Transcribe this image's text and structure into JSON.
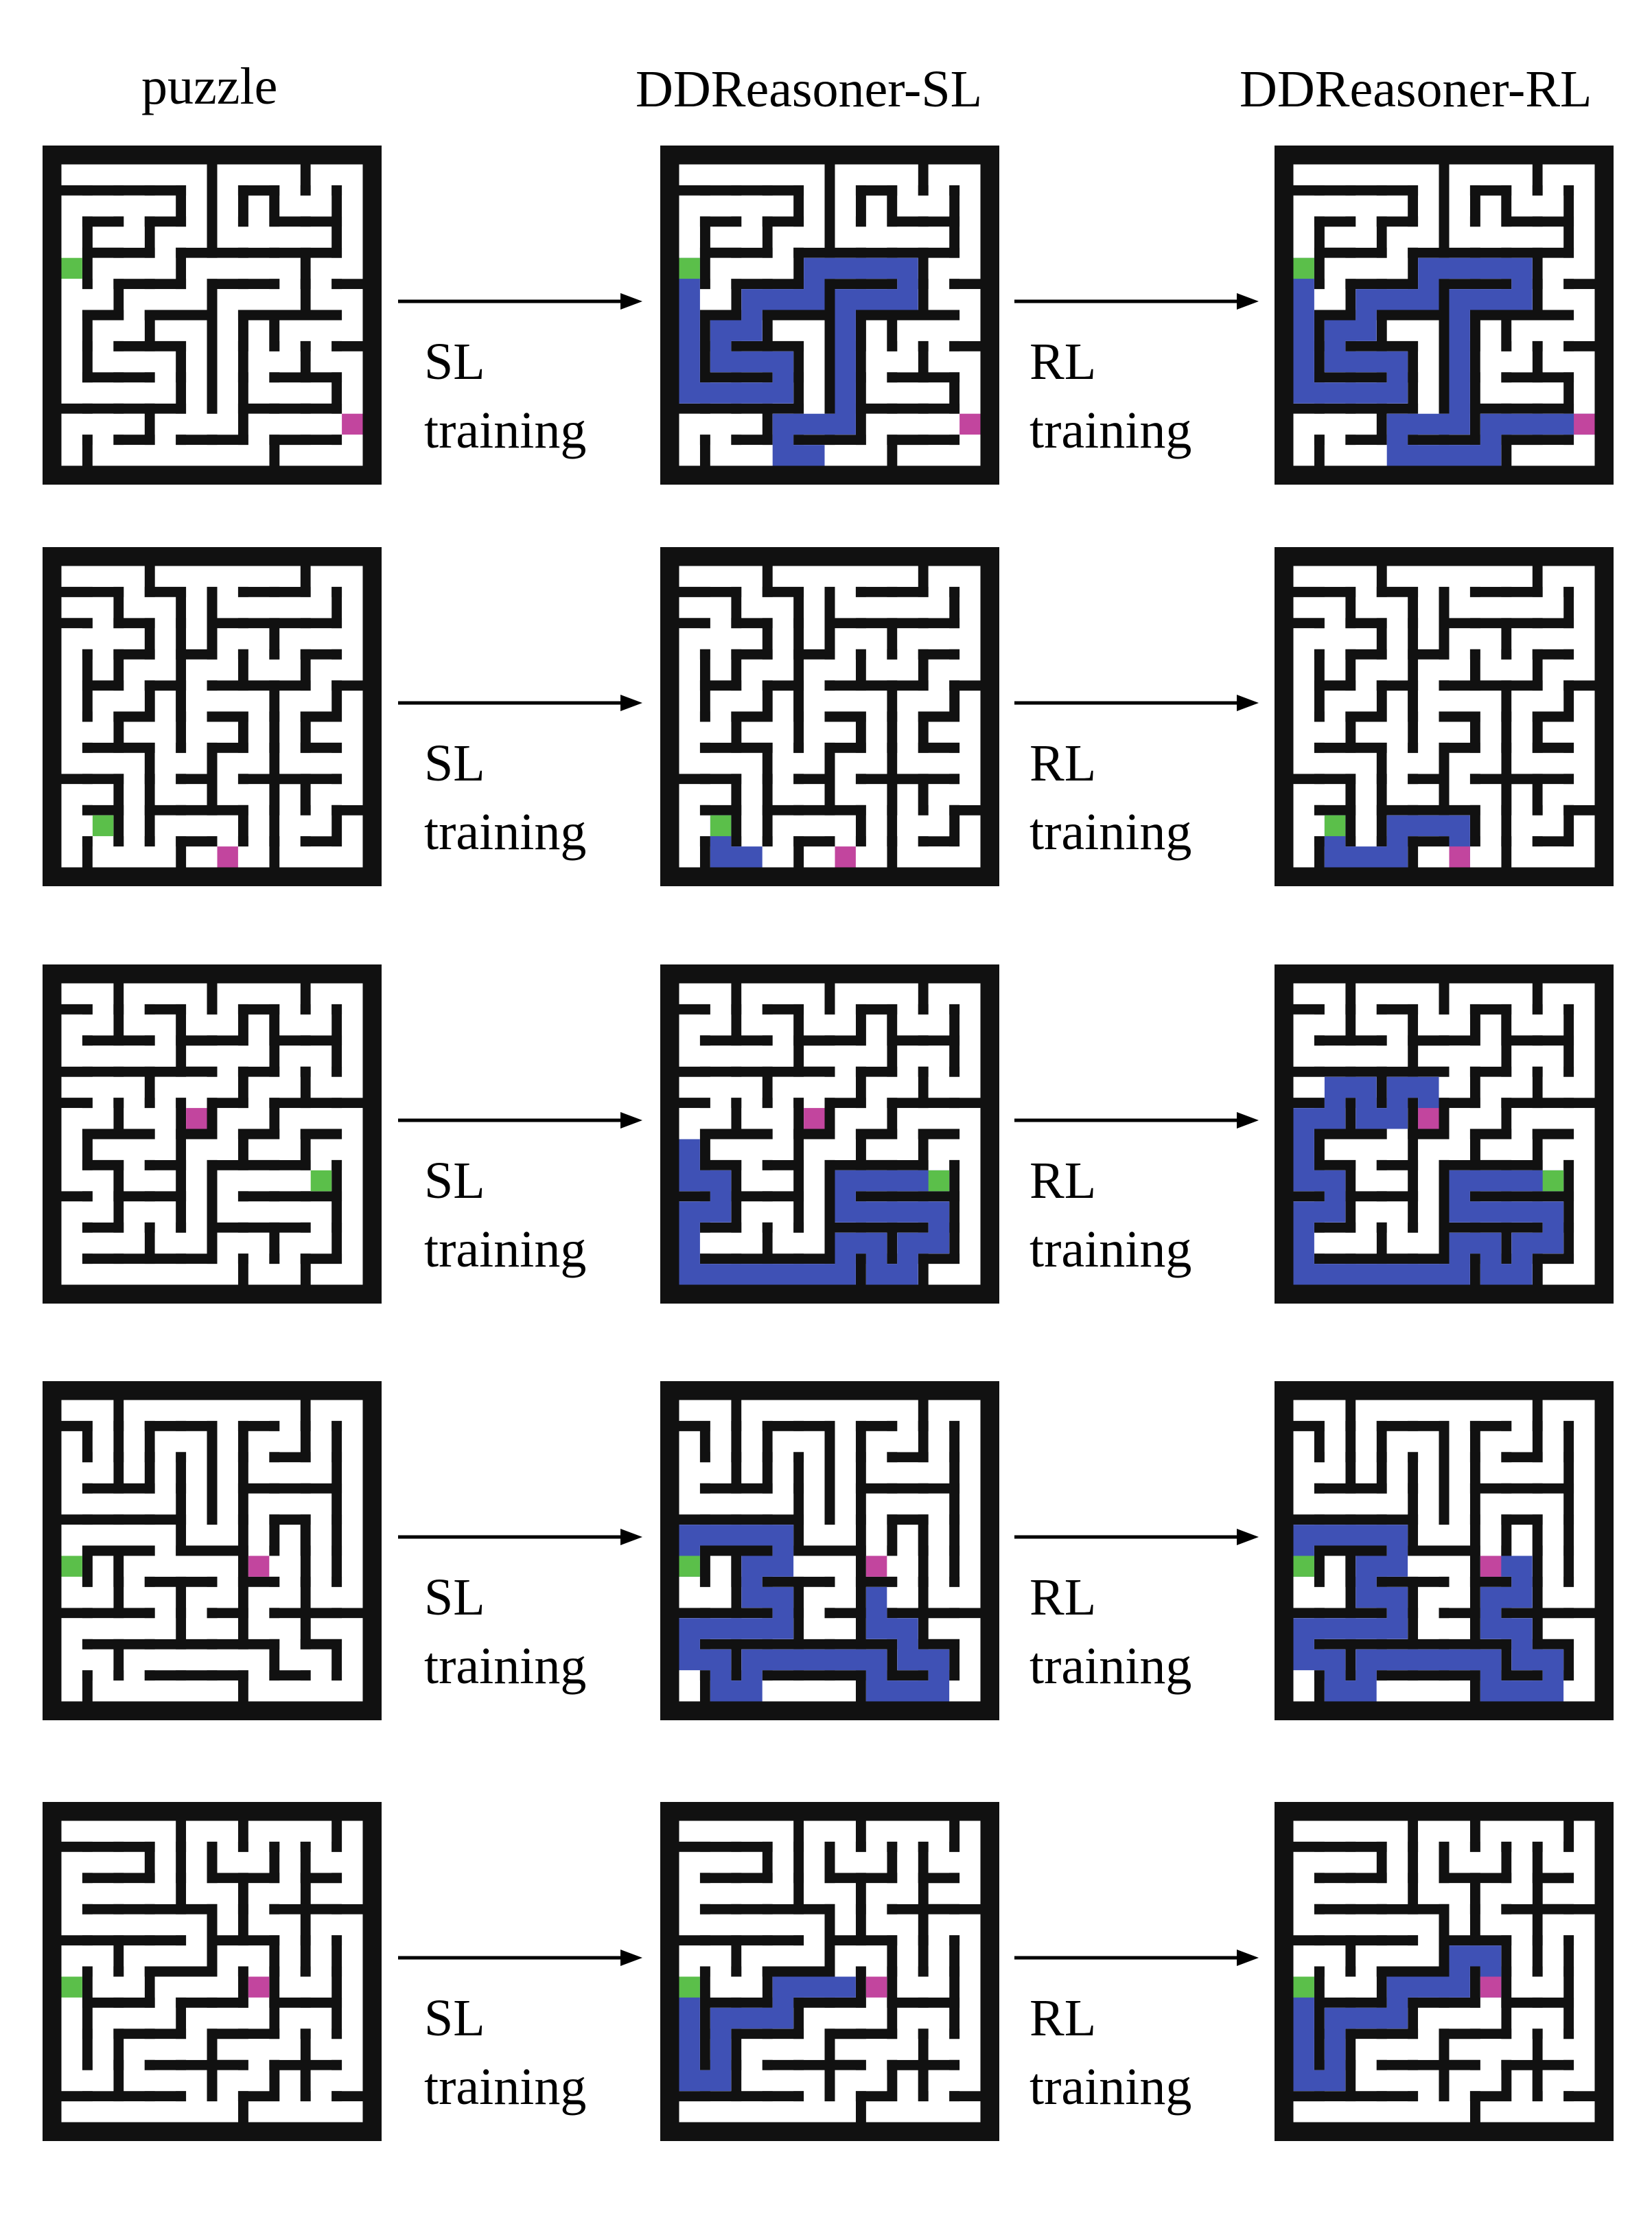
{
  "columns": {
    "puzzle": "puzzle",
    "sl": "DDReasoner-SL",
    "rl": "DDReasoner-RL"
  },
  "steps": {
    "sl_line1": "SL",
    "rl_line1": "RL",
    "line2": "training"
  },
  "colors": {
    "wall": "#111111",
    "path": "#ffffff",
    "solution": "#3f51b5",
    "start": "#5bbf4a",
    "goal": "#c2459e"
  },
  "rows": [
    {
      "id": 1
    },
    {
      "id": 2
    },
    {
      "id": 3
    },
    {
      "id": 4
    },
    {
      "id": 5
    }
  ]
}
